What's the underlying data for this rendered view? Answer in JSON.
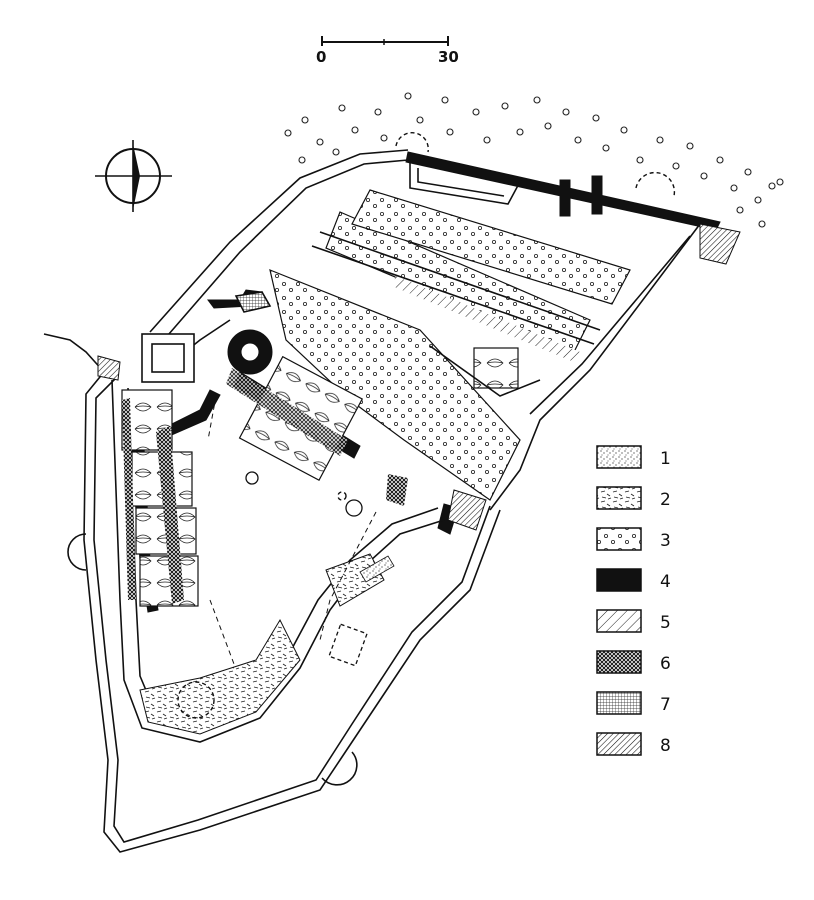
{
  "scale_bar": {
    "start_label": "0",
    "end_label": "30"
  },
  "legend": [
    {
      "label": "1",
      "pattern": "stipple-fine"
    },
    {
      "label": "2",
      "pattern": "dashes-random"
    },
    {
      "label": "3",
      "pattern": "small-circles"
    },
    {
      "label": "4",
      "pattern": "solid-black"
    },
    {
      "label": "5",
      "pattern": "diagonal-hatch-sparse"
    },
    {
      "label": "6",
      "pattern": "crosshatch-dense"
    },
    {
      "label": "7",
      "pattern": "grid-fine"
    },
    {
      "label": "8",
      "pattern": "diagonal-hatch-dense"
    }
  ],
  "north_arrow": {
    "icon": "north-arrow-icon"
  },
  "colors": {
    "ink": "#111111",
    "paper": "#ffffff"
  }
}
